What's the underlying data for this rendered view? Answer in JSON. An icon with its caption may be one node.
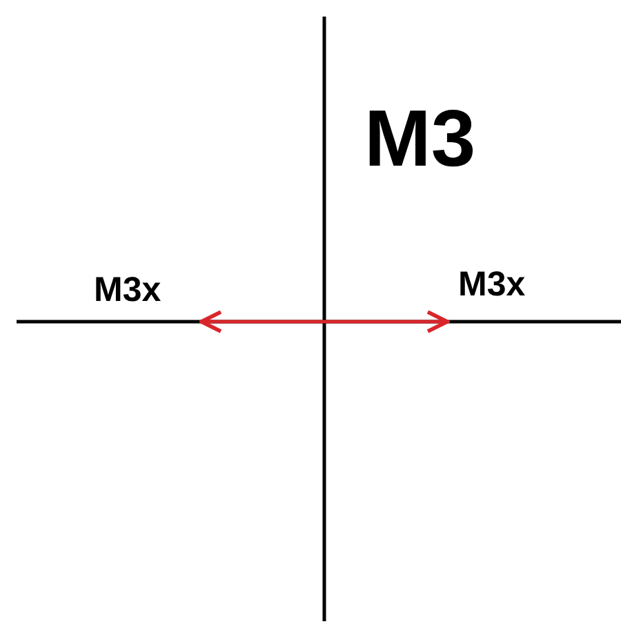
{
  "diagram": {
    "title": "M3",
    "labels": [
      "M3x",
      "M3x"
    ]
  }
}
